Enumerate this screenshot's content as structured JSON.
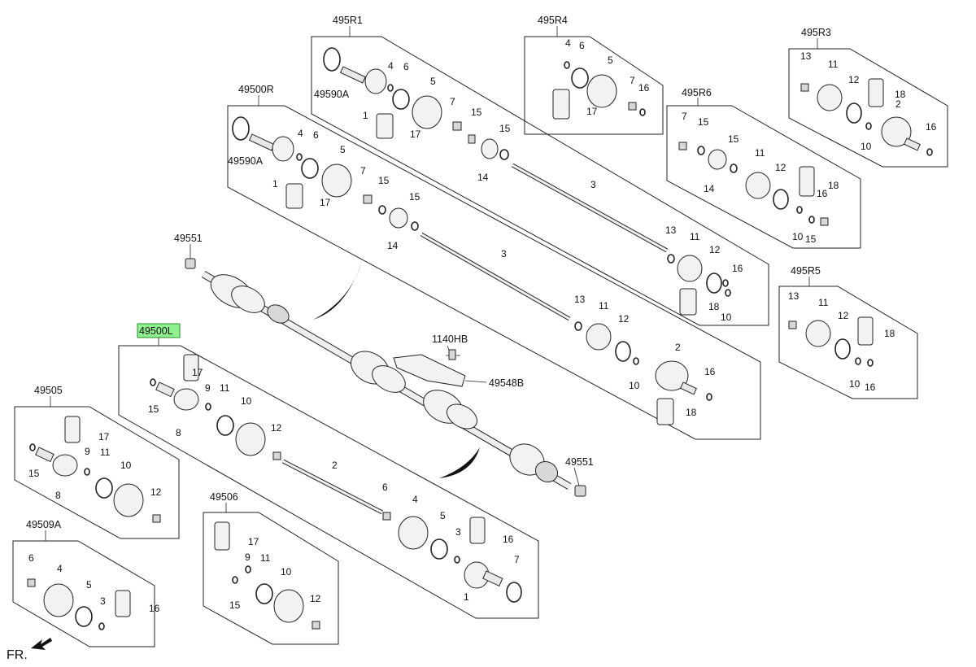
{
  "diagram": {
    "highlight_color": "#90f090",
    "assembly_codes": {
      "r1": "495R1",
      "r4": "495R4",
      "r3": "495R3",
      "r6": "495R6",
      "r5": "495R5",
      "right_shaft": "49500R",
      "left_shaft": "49500L",
      "p505": "49505",
      "p506": "49506",
      "p509a": "49509A",
      "nut_top": "49551",
      "nut_bottom": "49551",
      "bracket": "49548B",
      "bolt": "1140HB",
      "boot_a1": "49590A",
      "boot_a2": "49590A"
    },
    "direction_label": "FR."
  }
}
